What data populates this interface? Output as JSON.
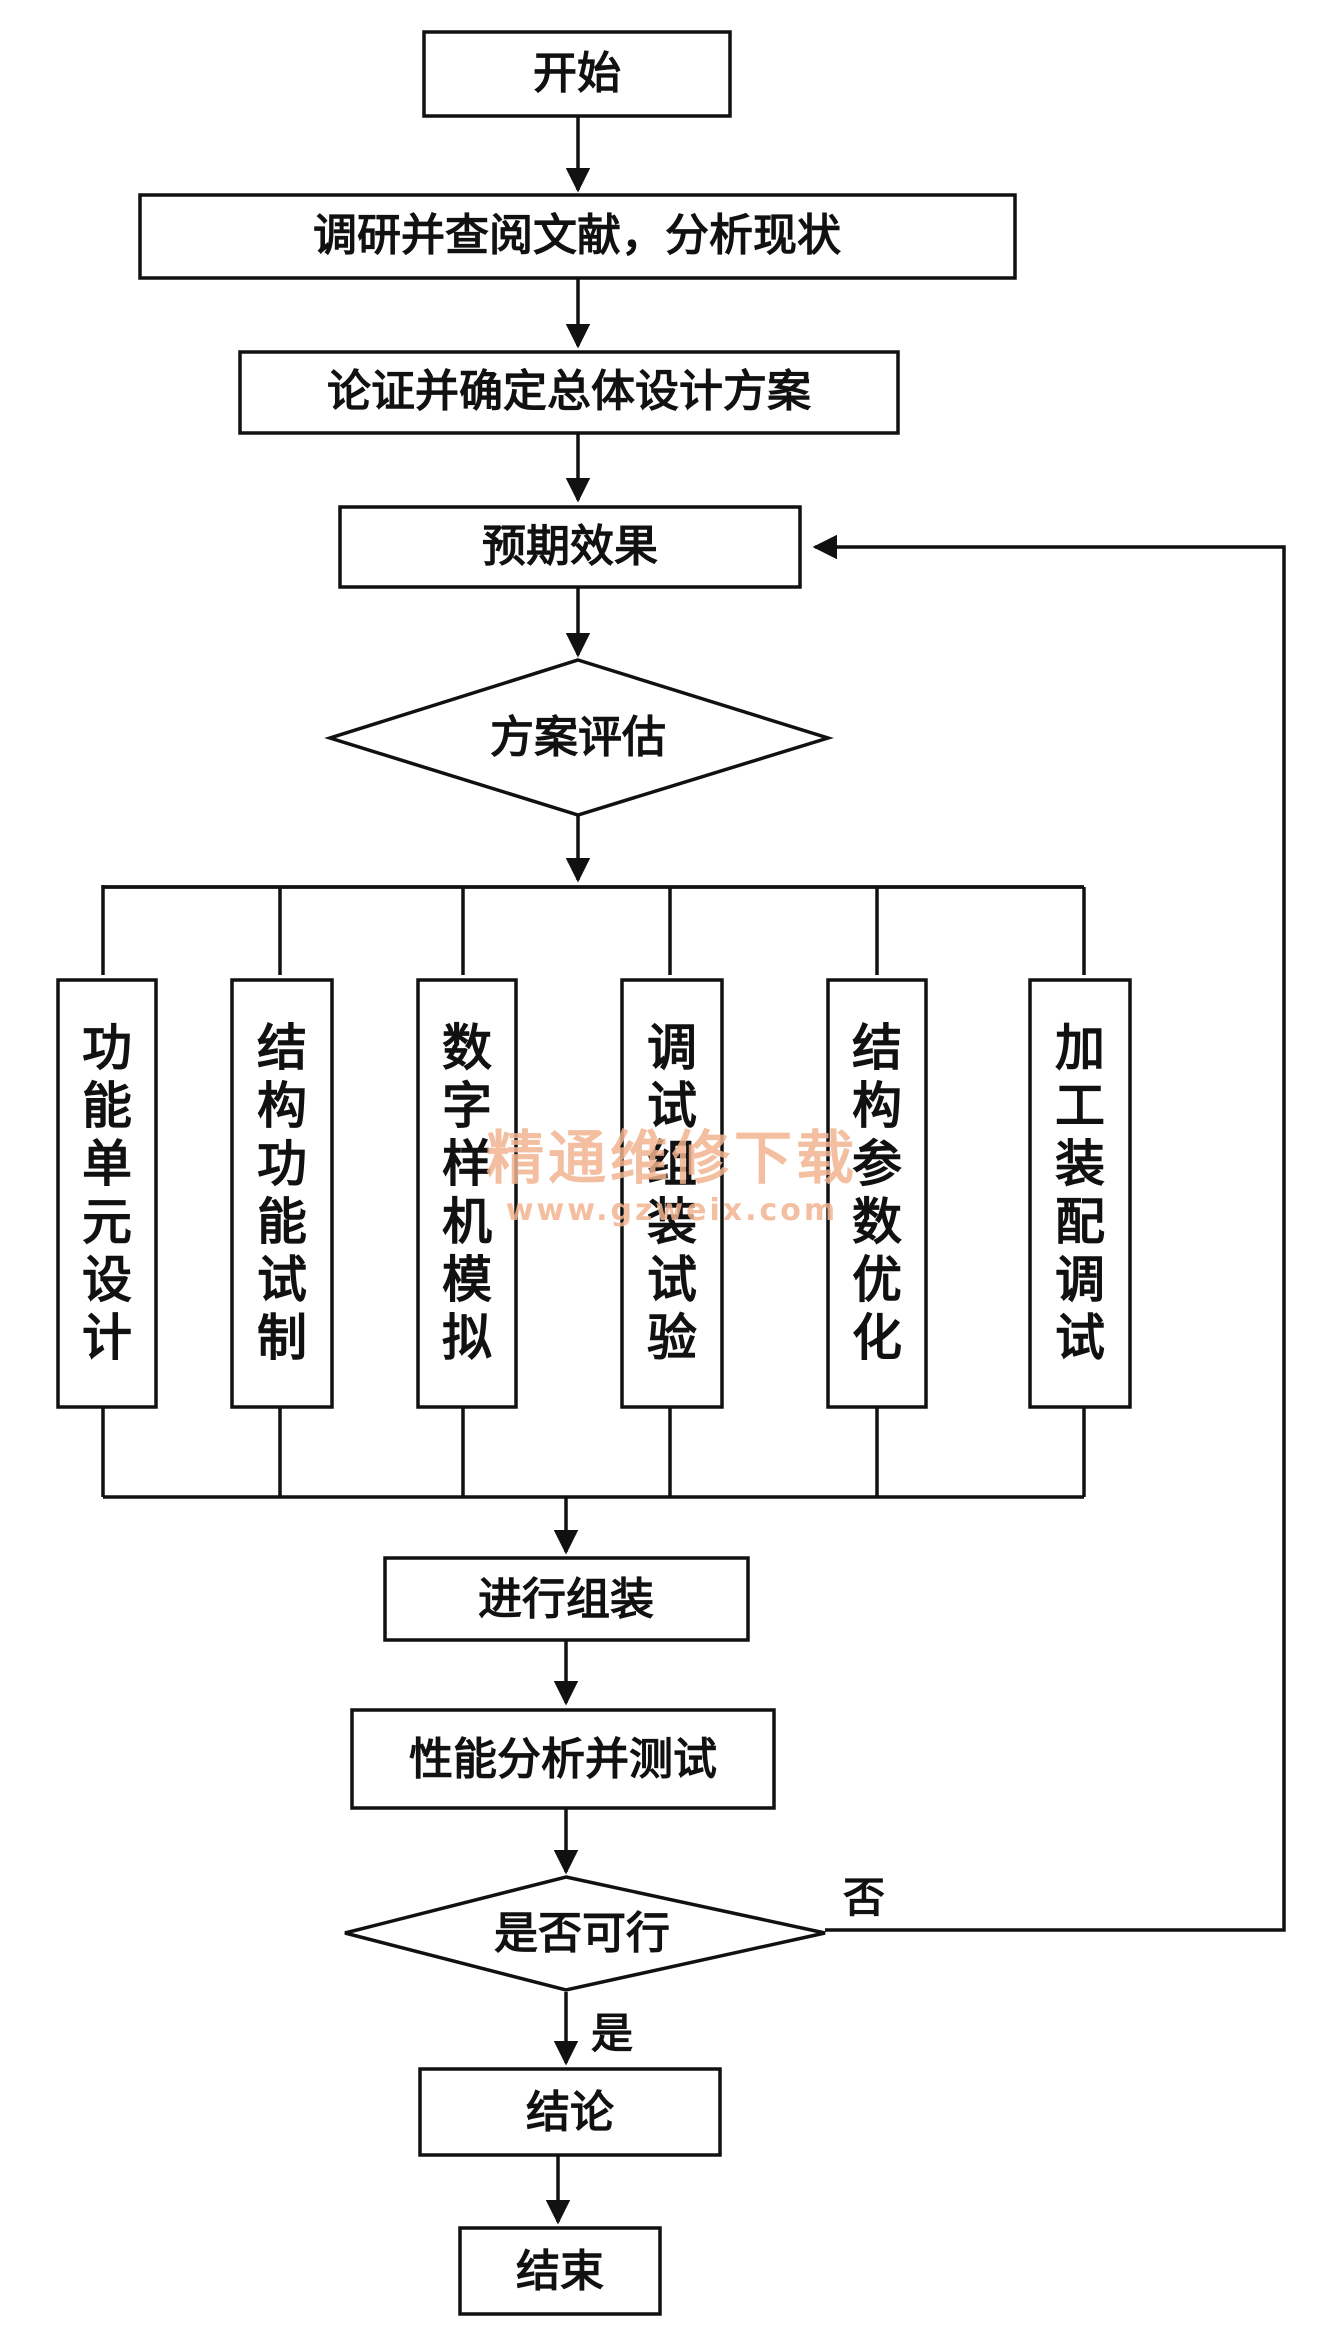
{
  "nodes": {
    "start": "开始",
    "research": "调研并查阅文献，分析现状",
    "scheme": "论证并确定总体设计方案",
    "expected": "预期效果",
    "evaluate": "方案评估",
    "branches": [
      "功能单元设计",
      "结构功能试制",
      "数字样机模拟",
      "调试组装试验",
      "结构参数优化",
      "加工装配调试"
    ],
    "assemble": "进行组装",
    "test": "性能分析并测试",
    "feasible": "是否可行",
    "conclusion": "结论",
    "end": "结束"
  },
  "edge_labels": {
    "no": "否",
    "yes": "是"
  },
  "watermark": {
    "title": "精通维修下载",
    "url": "www.gzweix.com"
  },
  "colors": {
    "line": "#111111",
    "box_fill": "#ffffff",
    "watermark": "#f1b48f"
  }
}
